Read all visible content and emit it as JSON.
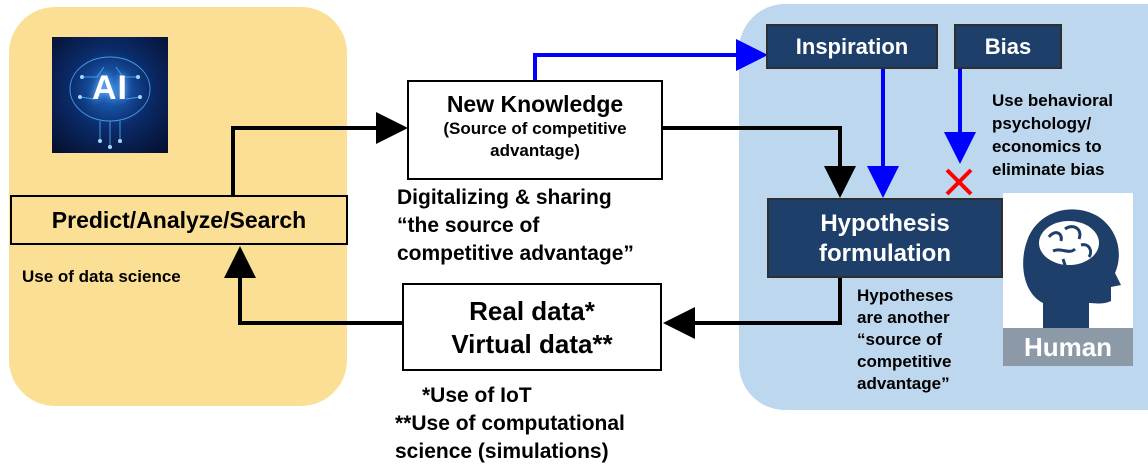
{
  "left_panel": {
    "ai_logo_text": "AI",
    "predict_label": "Predict/Analyze/Search",
    "data_science_note": "Use of data science"
  },
  "new_knowledge": {
    "title": "New Knowledge",
    "subtitle_line1": "(Source of competitive",
    "subtitle_line2": "advantage)"
  },
  "digitalizing_note": {
    "line1": "Digitalizing & sharing",
    "line2": "“the source of",
    "line3": "competitive advantage”"
  },
  "data_box": {
    "line1": "Real data*",
    "line2": "Virtual data**"
  },
  "data_notes": {
    "line1": "*Use of IoT",
    "line2": "**Use of computational",
    "line3": "science (simulations)"
  },
  "right_panel": {
    "inspiration": "Inspiration",
    "bias": "Bias",
    "bias_note_line1": "Use behavioral",
    "bias_note_line2": "psychology/",
    "bias_note_line3": "economics to",
    "bias_note_line4": "eliminate bias",
    "hypothesis_line1": "Hypothesis",
    "hypothesis_line2": "formulation",
    "hyp_note_line1": "Hypotheses",
    "hyp_note_line2": "are another",
    "hyp_note_line3": "“source of",
    "hyp_note_line4": "competitive",
    "hyp_note_line5": "advantage”",
    "human_label": "Human"
  },
  "colors": {
    "left_panel": "#fbdf94",
    "right_panel": "#bdd7ee",
    "navy_box": "#1f3f6b",
    "blue_arrow": "#0000ff",
    "cross": "#ff0000"
  }
}
